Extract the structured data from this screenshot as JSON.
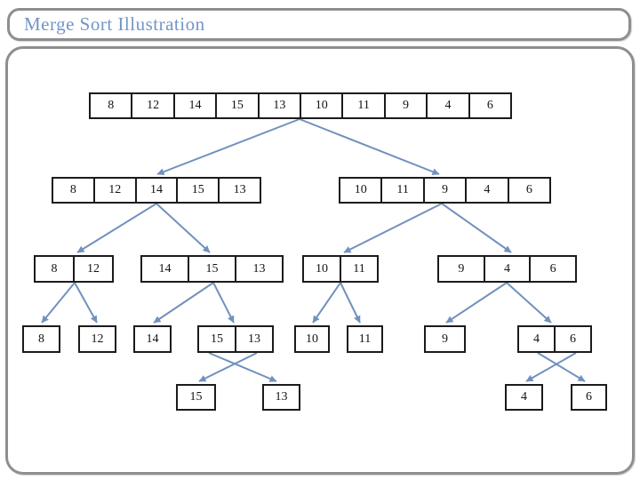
{
  "title": "Merge Sort Illustration",
  "colors": {
    "accent_blue": "#7295c6",
    "connector_blue": "#7191bd",
    "frame_gray": "#8e8e8e",
    "box_border": "#1b1b1b"
  },
  "tree": {
    "rows": [
      {
        "groups": [
          {
            "cells": [
              "8",
              "12",
              "14",
              "15",
              "13",
              "10",
              "11",
              "9",
              "4",
              "6"
            ]
          }
        ]
      },
      {
        "groups": [
          {
            "cells": [
              "8",
              "12",
              "14",
              "15",
              "13"
            ]
          },
          {
            "cells": [
              "10",
              "11",
              "9",
              "4",
              "6"
            ]
          }
        ]
      },
      {
        "groups": [
          {
            "cells": [
              "8",
              "12"
            ]
          },
          {
            "cells": [
              "14",
              "15",
              "13"
            ]
          },
          {
            "cells": [
              "10",
              "11"
            ]
          },
          {
            "cells": [
              "9",
              "4",
              "6"
            ]
          }
        ]
      },
      {
        "groups": [
          {
            "cells": [
              "8"
            ]
          },
          {
            "cells": [
              "12"
            ]
          },
          {
            "cells": [
              "14"
            ]
          },
          {
            "cells": [
              "15",
              "13"
            ]
          },
          {
            "cells": [
              "10"
            ]
          },
          {
            "cells": [
              "11"
            ]
          },
          {
            "cells": [
              "9"
            ]
          },
          {
            "cells": [
              "4",
              "6"
            ]
          }
        ]
      },
      {
        "groups": [
          {
            "cells": [
              "15"
            ]
          },
          {
            "cells": [
              "13"
            ]
          },
          {
            "cells": [
              "4"
            ]
          },
          {
            "cells": [
              "6"
            ]
          }
        ]
      }
    ]
  }
}
